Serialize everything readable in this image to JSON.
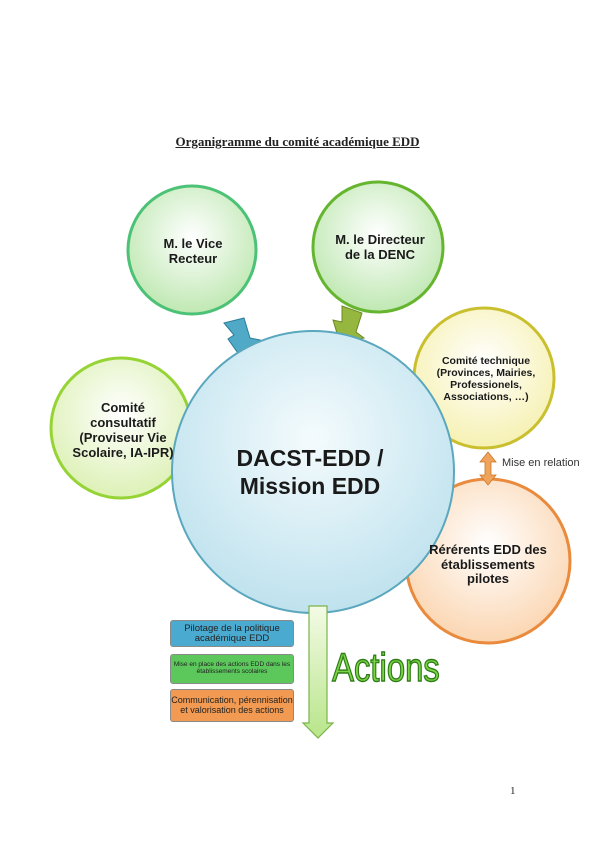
{
  "page": {
    "title": "Organigramme du comité académique EDD",
    "page_number": "1"
  },
  "nodes": {
    "vice_recteur": {
      "label": "M. le Vice Recteur",
      "fill": "#cfeec4"
    },
    "directeur_denc": {
      "label": "M. le Directeur de la DENC",
      "fill": "#cfeec4"
    },
    "comite_technique": {
      "label": "Comité technique (Provinces, Mairies, Professionels, Associations, …)",
      "fill": "#fbf7c8"
    },
    "comite_consultatif": {
      "label": "Comité consultatif (Proviseur Vie Scolaire, IA-IPR)",
      "fill": "#e7f6c8"
    },
    "dacst": {
      "label": "DACST-EDD / Mission EDD",
      "fill": "#d3ecf4"
    },
    "referents": {
      "label": "Rérérents EDD des établissements pilotes",
      "fill": "#fde6cf"
    }
  },
  "relation": {
    "label": "Mise en relation"
  },
  "actions": {
    "word": "Actions",
    "items": [
      {
        "label": "Pilotage de la politique académique EDD",
        "color": "#4aaad0"
      },
      {
        "label": "Mise en place des actions EDD dans les établissements scolaires",
        "color": "#5cc85c"
      },
      {
        "label": "Communication, pérennisation et valorisation des actions",
        "color": "#f29a52"
      }
    ]
  }
}
